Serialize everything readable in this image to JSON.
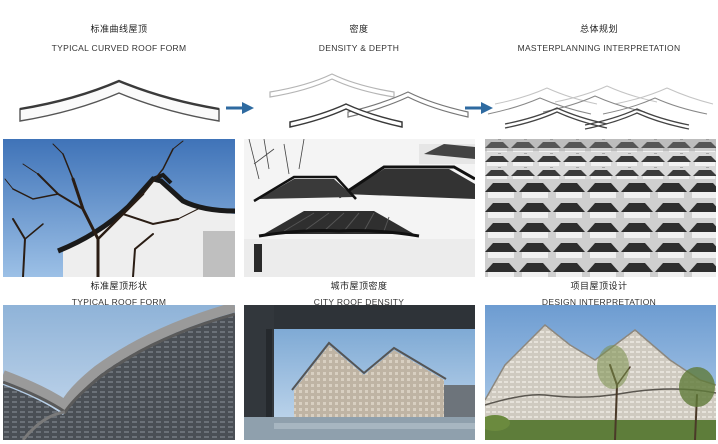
{
  "columns": [
    {
      "title_zh": "标准曲线屋顶",
      "title_en": "TYPICAL CURVED ROOF FORM"
    },
    {
      "title_zh": "密度",
      "title_en": "DENSITY & DEPTH"
    },
    {
      "title_zh": "总体规划",
      "title_en": "MASTERPLANNING INTERPRETATION"
    }
  ],
  "photo_labels": [
    {
      "zh": "标准屋顶形状",
      "en": "TYPICAL ROOF FORM"
    },
    {
      "zh": "城市屋顶密度",
      "en": "CITY ROOF DENSITY"
    },
    {
      "zh": "项目屋顶设计",
      "en": "DESIGN INTERPRETATION"
    }
  ],
  "colors": {
    "arrow": "#2e6aa0",
    "roof_dark": "#3a3a3a",
    "roof_light": "#b5b5b5",
    "sky": "#5f8fc9"
  }
}
